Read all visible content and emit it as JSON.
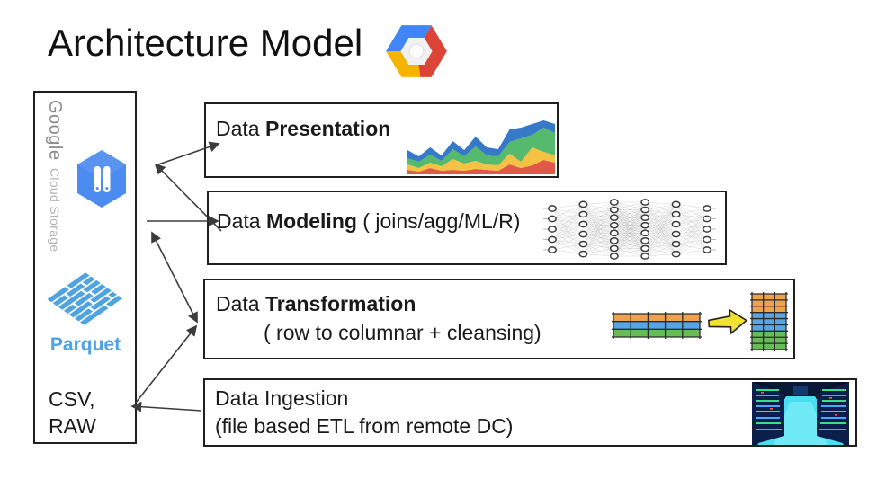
{
  "title": "Architecture Model",
  "sidebar": {
    "gcs_brand": "Google",
    "gcs_product": "Cloud Storage",
    "parquet_label": "Parquet",
    "formats_line1": "CSV,",
    "formats_line2": "RAW"
  },
  "boxes": {
    "presentation": {
      "prefix": "Data ",
      "bold": "Presentation"
    },
    "modeling": {
      "prefix": "Data ",
      "bold": "Modeling",
      "suffix": " ( joins/agg/ML/R)"
    },
    "transformation": {
      "prefix": "Data ",
      "bold": "Transformation",
      "line2": "( row to columnar + cleansing)"
    },
    "ingestion": {
      "line1": "Data Ingestion",
      "line2": "(file based ETL from remote DC)"
    }
  },
  "colors": {
    "google_blue": "#4285f4",
    "google_red": "#db4437",
    "google_yellow": "#f4b400",
    "gcs_hexagon_blue": "#4c8bf0",
    "parquet_blue": "#4fa3e0",
    "box_border": "#1f1f1f",
    "arrow": "#3c3c3c",
    "text": "#1a1a1a"
  },
  "chart_data": {
    "type": "area",
    "stacked": true,
    "title": "decorative stacked area chart in Data Presentation box (no axes or labels shown)",
    "x": [
      0,
      1,
      2,
      3,
      4,
      5,
      6,
      7,
      8,
      9,
      10,
      11,
      12,
      13
    ],
    "series": [
      {
        "name": "red",
        "color": "#e2574c",
        "values": [
          5,
          3,
          7,
          4,
          5,
          4,
          6,
          5,
          4,
          11,
          7,
          10,
          16,
          13
        ]
      },
      {
        "name": "yellow",
        "color": "#f6c244",
        "values": [
          6,
          4,
          6,
          5,
          12,
          8,
          9,
          6,
          6,
          12,
          7,
          20,
          9,
          8
        ]
      },
      {
        "name": "green",
        "color": "#55b96e",
        "values": [
          7,
          7,
          9,
          6,
          11,
          8,
          16,
          10,
          10,
          13,
          26,
          14,
          27,
          25
        ]
      },
      {
        "name": "blue",
        "color": "#3579c8",
        "values": [
          9,
          6,
          8,
          6,
          9,
          7,
          11,
          9,
          8,
          14,
          12,
          12,
          8,
          10
        ]
      }
    ],
    "legend": false,
    "grid": false
  },
  "graphics": {
    "neural_net": {
      "layers": [
        5,
        6,
        8,
        8,
        6,
        5
      ],
      "node_stroke": "#3a3a3a",
      "link_color": "#9a9a9a"
    },
    "transformation": {
      "row_table": {
        "cols": 5,
        "row_colors": [
          "#efa24d",
          "#56a5e6",
          "#67bd55"
        ]
      },
      "column_table": {
        "cols": 3,
        "row_colors": [
          "#efa24d",
          "#efa24d",
          "#efa24d",
          "#56a5e6",
          "#56a5e6",
          "#56a5e6",
          "#67bd55",
          "#67bd55",
          "#67bd55"
        ]
      },
      "arrow_fill": "#f2e230",
      "grid_stroke": "#2a2a2a"
    }
  }
}
